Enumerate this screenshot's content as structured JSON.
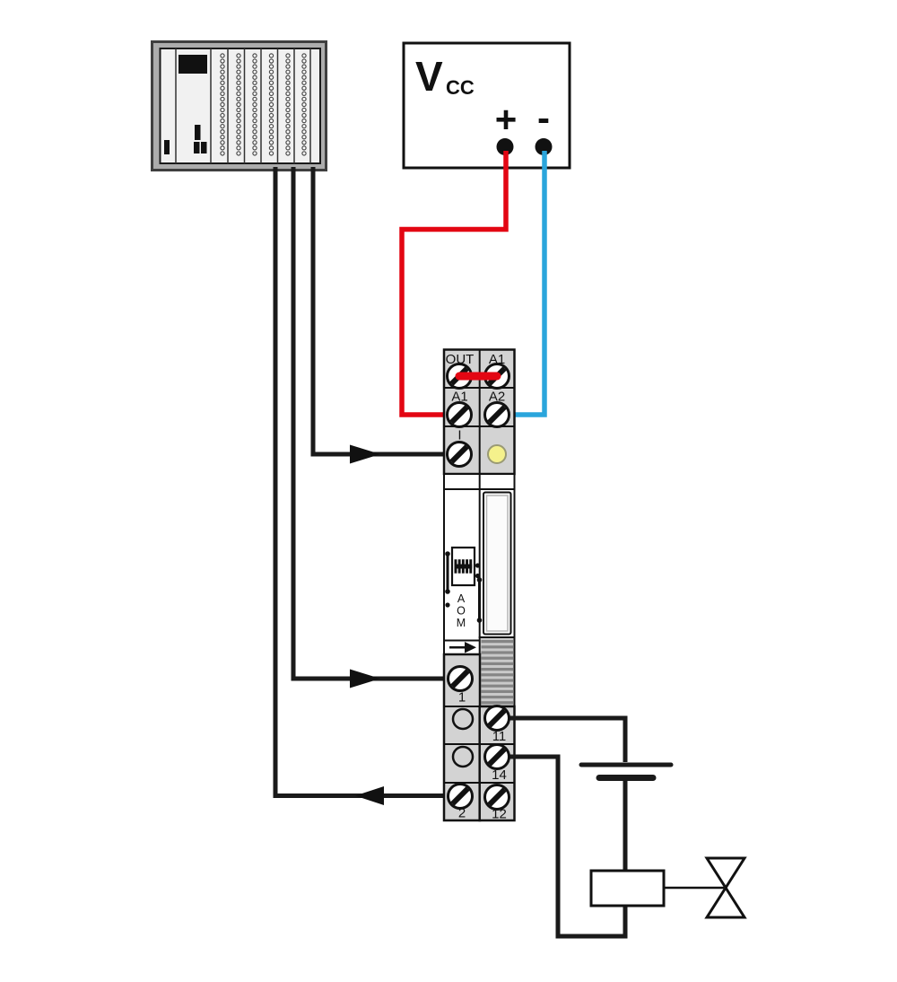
{
  "power_supply": {
    "label_main": "V",
    "label_sub": "CC",
    "terminal_positive": "+",
    "terminal_negative": "-"
  },
  "relay_module": {
    "row1_left": "OUT",
    "row1_right": "A1",
    "row2_left": "A1",
    "row2_right": "A2",
    "row3_left": "I",
    "terminal_1": "1",
    "terminal_11": "11",
    "terminal_14": "14",
    "terminal_2": "2",
    "terminal_12": "12",
    "actuator_positions": [
      "A",
      "O",
      "M"
    ]
  },
  "colors": {
    "wire_red": "#e30613",
    "wire_blue": "#2aa5dc",
    "wire_black": "#1a1a1a",
    "led_yellow": "#f5f18c",
    "module_gray": "#d3d3d3",
    "plc_frame_gray": "#acacac",
    "plc_body_gray": "#f1f1f1"
  }
}
